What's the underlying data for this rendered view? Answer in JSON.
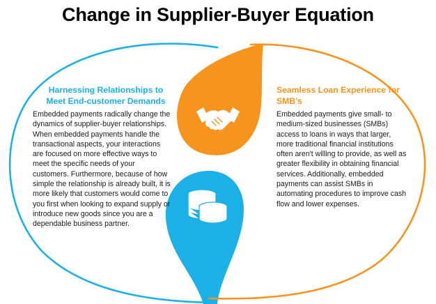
{
  "title": "Change in Supplier-Buyer Equation",
  "colors": {
    "blue": "#1bb1e7",
    "orange": "#f7941d",
    "left_heading": "#1bb1e7",
    "right_heading": "#f7941d",
    "icon_fill": "#ffffff"
  },
  "left_panel": {
    "heading": "Harnessing Relationships to Meet End-customer Demands",
    "body": "Embedded payments radically change the dynamics of supplier-buyer relationships.  When embedded payments handle the transactional aspects, your interactions are focused on more effective ways to meet the specific needs of your customers. Furthermore, because of how simple the relationship is already built, it is more likely that customers would come to you first when looking to expand supply or introduce new goods since you are a dependable business partner.",
    "icon": "coin-stack-icon"
  },
  "right_panel": {
    "heading": "Seamless Loan Experience for SMB’s",
    "body": "Embedded payments give small- to medium-sized businesses (SMBs) access to loans in ways that larger, more traditional financial institutions often aren't willing to provide, as well as greater flexibility in obtaining financial services. Additionally, embedded payments can assist SMBs in automating procedures to improve cash flow and lower expenses.",
    "icon": "handshake-icon"
  }
}
